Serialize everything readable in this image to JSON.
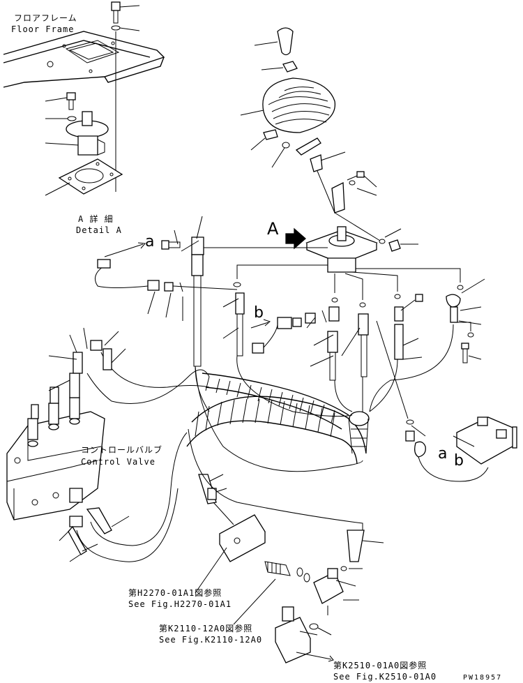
{
  "labels": {
    "floor_frame_jp": "フロアフレーム",
    "floor_frame_en": "Floor Frame",
    "detail_a_jp": "A 詳 細",
    "detail_a_en": "Detail A",
    "control_valve_jp": "コントロールバルブ",
    "control_valve_en": "Control Valve",
    "ref1_jp": "第H2270-01A1図参照",
    "ref1_en": "See Fig.H2270-01A1",
    "ref2_jp": "第K2110-12A0図参照",
    "ref2_en": "See Fig.K2110-12A0",
    "ref3_jp": "第K2510-01A0図参照",
    "ref3_en": "See Fig.K2510-01A0",
    "view_a": "A",
    "conn_a_left": "a",
    "conn_b_left": "b",
    "conn_a_right": "a",
    "conn_b_right": "b",
    "drawing_code": "PW18957"
  },
  "colors": {
    "line": "#000000",
    "background": "#ffffff"
  }
}
